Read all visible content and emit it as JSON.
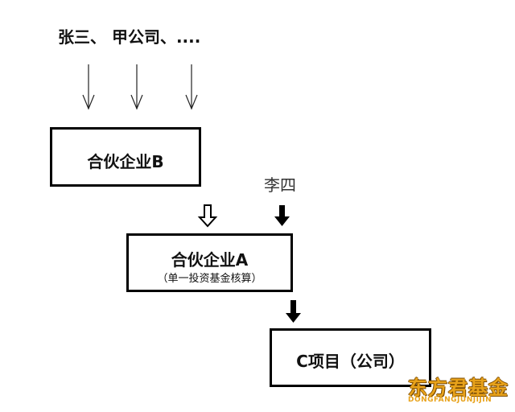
{
  "investors_label": "张三、 甲公司、....",
  "partnership_b": "合伙企业B",
  "person_li": "李四",
  "partnership_a": {
    "title": "合伙企业A",
    "note": "（单一投资基金核算）"
  },
  "project_c": "C项目（公司）",
  "watermark": {
    "title": "东方君基金",
    "subtitle": "DONGFANGJUNJIJIN",
    "color": "#e8a21a"
  }
}
